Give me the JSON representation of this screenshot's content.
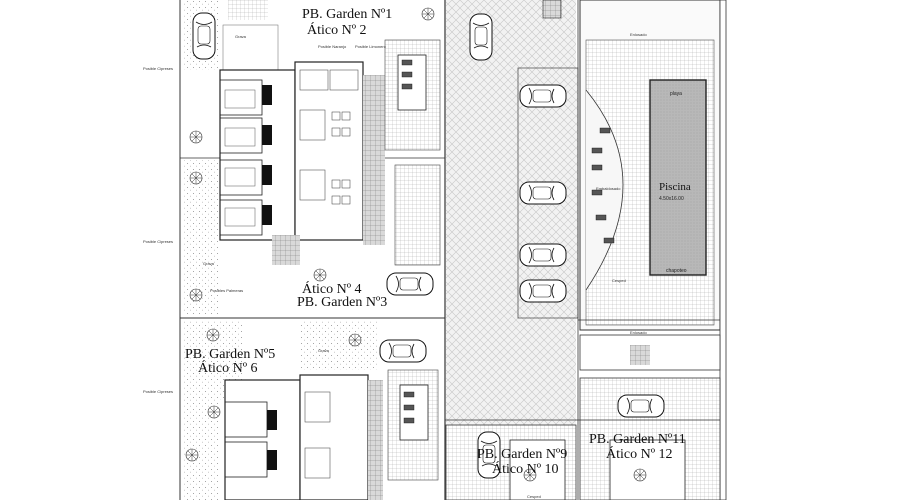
{
  "units": [
    {
      "garden": "PB. Garden Nº1",
      "atico": "Ático Nº 2"
    },
    {
      "garden": "Ático Nº 4",
      "atico": "PB. Garden Nº3"
    },
    {
      "garden": "PB. Garden Nº5",
      "atico": "Ático Nº 6"
    },
    {
      "garden": "PB. Garden Nº9",
      "atico": "Ático Nº 10"
    },
    {
      "garden": "PB. Garden Nº11",
      "atico": "Ático Nº 12"
    }
  ],
  "pool": {
    "name": "Piscina",
    "size": "4.50x16.00",
    "playa": "playa",
    "chapoteo": "chapoteo"
  },
  "labels": {
    "grava": "Grava",
    "cesped": "Cesped",
    "embaldosado": "Embaldosado",
    "enlosado": "Enlosado",
    "cipreses": "Posible Cipreses",
    "palmeras": "Posibles Palmeras",
    "naranjo": "Posible Naranjo",
    "limonero": "Posible Limonero"
  },
  "colors": {
    "line": "#222222",
    "hatch": "#c8c8c8",
    "pool": "#b5b5b5",
    "paving": "#ededed"
  }
}
